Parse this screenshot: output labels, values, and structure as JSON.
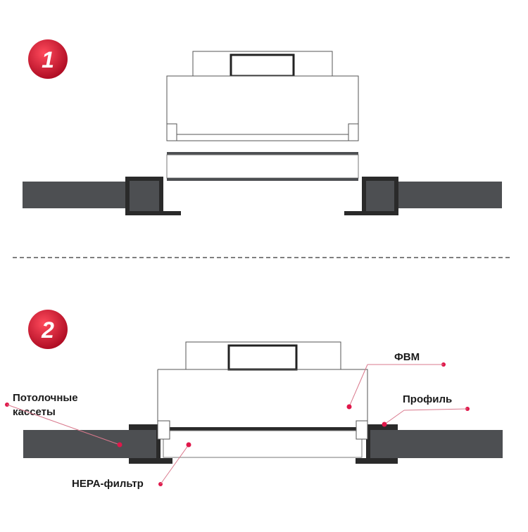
{
  "steps": [
    {
      "number": "1"
    },
    {
      "number": "2"
    }
  ],
  "labels": {
    "ceiling_cassettes_line1": "Потолочные",
    "ceiling_cassettes_line2": "кассеты",
    "fvm": "ФВМ",
    "profile": "Профиль",
    "hepa_filter": "HEPA-фильтр"
  },
  "colors": {
    "badge": "#c8102e",
    "slab": "#4d4f52",
    "profile": "#2a2a2a",
    "callout_dot": "#e0174a",
    "callout_line": "#d9788c",
    "outline": "#555555",
    "divider": "#555555"
  }
}
